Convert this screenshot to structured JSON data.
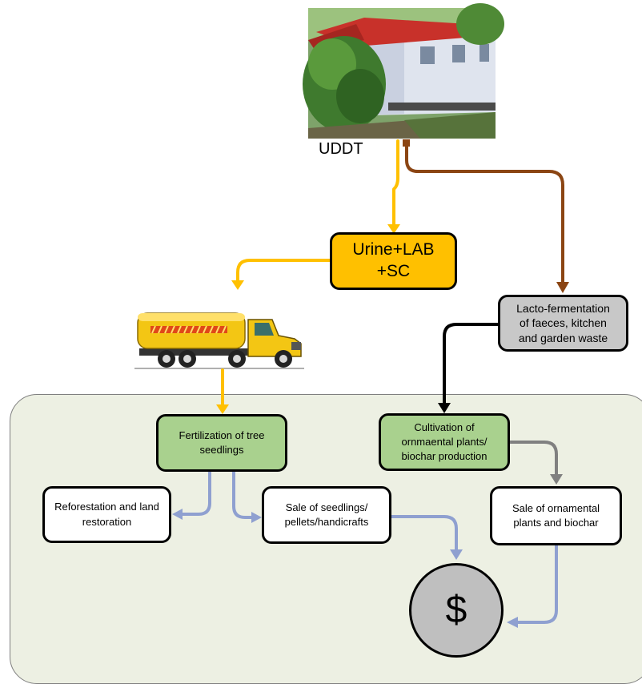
{
  "uddt_label": "UDDT",
  "boxes": {
    "urine": [
      "Urine+LAB",
      "+SC"
    ],
    "lacto": [
      "Lacto-fermentation",
      "of faeces, kitchen",
      "and garden waste"
    ],
    "fertilization": [
      "Fertilization of tree",
      "seedlings"
    ],
    "cultivation": [
      "Cultivation of",
      "ornmaental plants/",
      "biochar production"
    ],
    "reforestation": [
      "Reforestation and land",
      "restoration"
    ],
    "sale_seedlings": [
      "Sale of seedlings/",
      "pellets/handicrafts"
    ],
    "sale_ornamental": [
      "Sale of ornamental",
      "plants and biochar"
    ],
    "money": "$"
  },
  "colors": {
    "urine_flow": "#ffc000",
    "faeces_flow": "#8b4513",
    "black_flow": "#000000",
    "grey_flow": "#808080",
    "blue_flow": "#8fa0d0",
    "panel_bg": "#edf0e3",
    "green_box": "#a9d18e",
    "orange_box": "#ffc000",
    "grey_box": "#c8c8c8"
  }
}
